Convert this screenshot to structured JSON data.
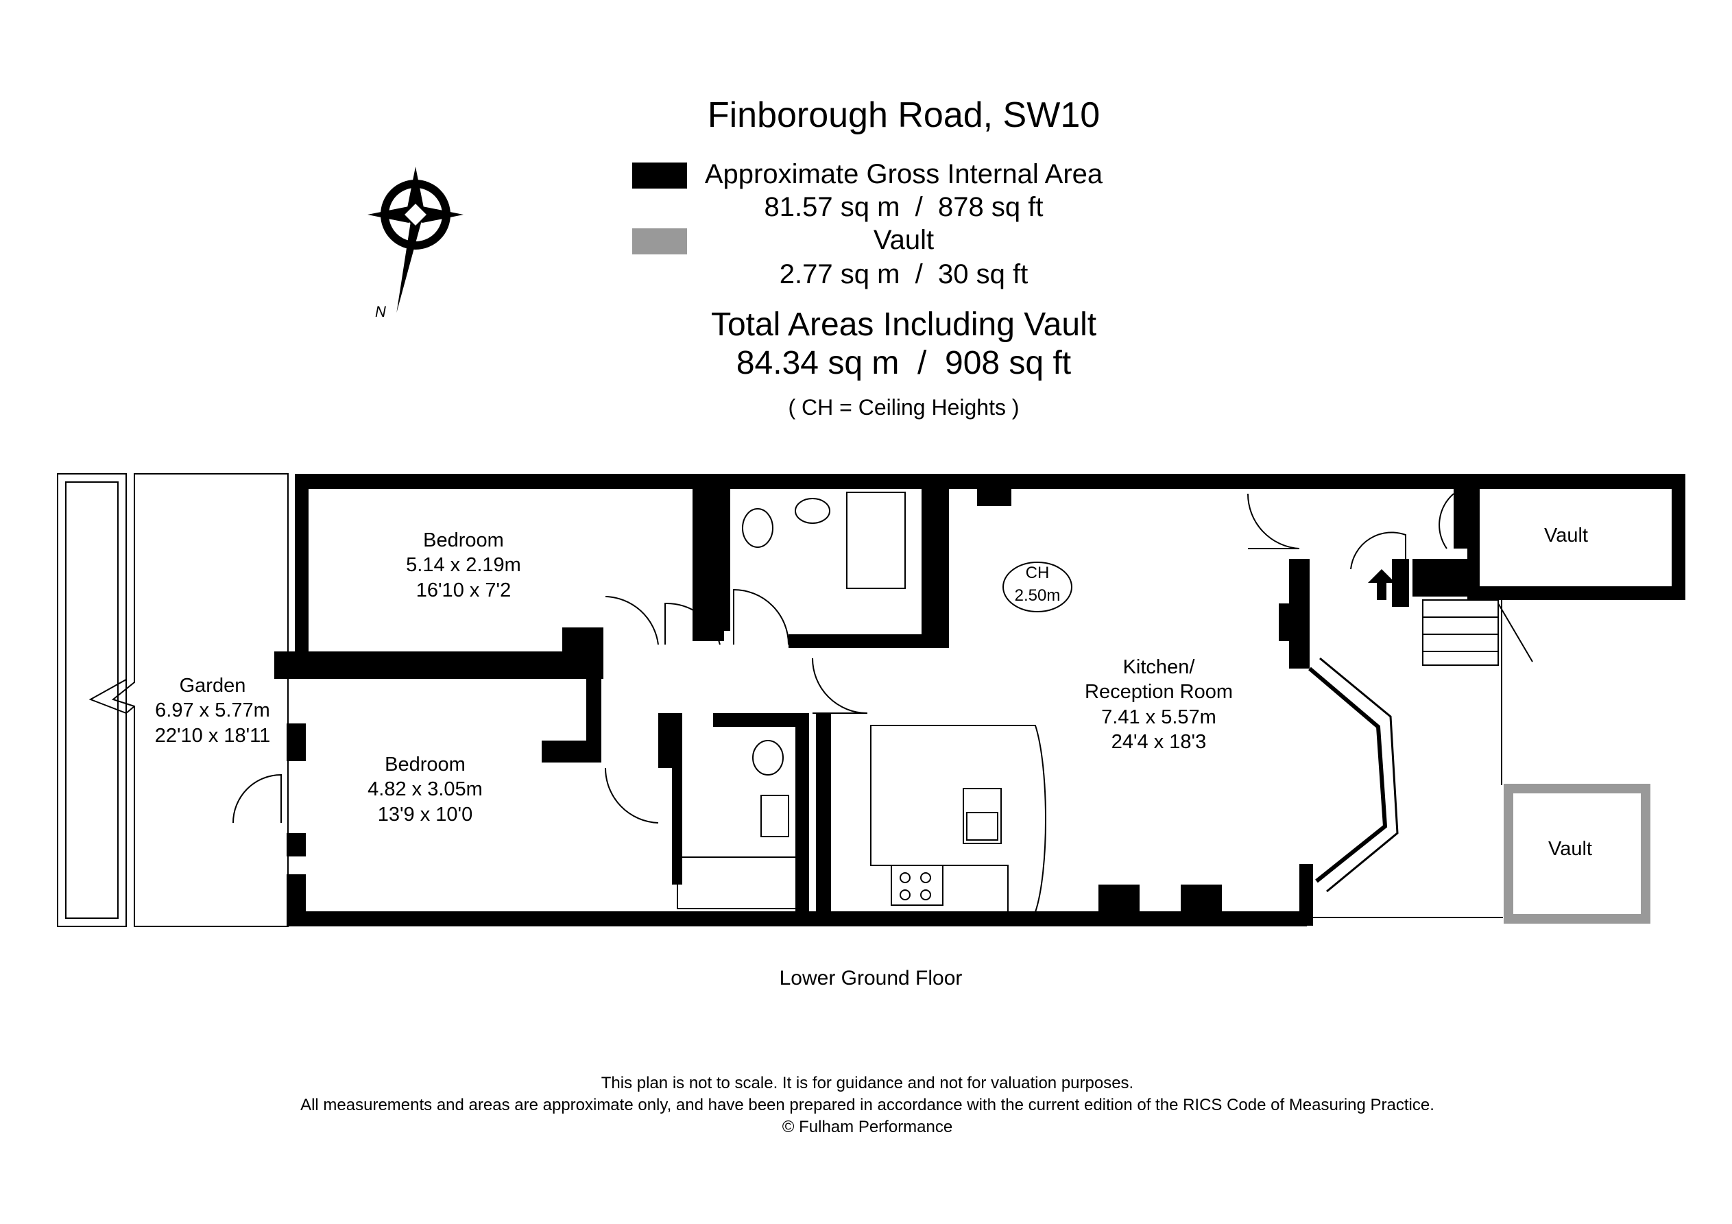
{
  "header": {
    "title": "Finborough Road, SW10",
    "legend": [
      {
        "label": "Approximate Gross Internal Area",
        "value": "81.57 sq m  /  878 sq ft",
        "color": "#000000"
      },
      {
        "label": "Vault",
        "value": "2.77 sq m  /  30 sq ft",
        "color": "#999999"
      }
    ],
    "total_label": "Total Areas Including Vault",
    "total_value": "84.34 sq m  /  908 sq ft",
    "ch_note": "( CH = Ceiling Heights )"
  },
  "compass": {
    "label": "N"
  },
  "rooms": [
    {
      "name": "Bedroom",
      "metric": "5.14 x 2.19m",
      "imperial": "16'10 x 7'2"
    },
    {
      "name": "Bedroom",
      "metric": "4.82 x 3.05m",
      "imperial": "13'9 x 10'0"
    },
    {
      "name": "Garden",
      "metric": "6.97 x 5.77m",
      "imperial": "22'10 x 18'11"
    },
    {
      "name": "Kitchen/\nReception Room",
      "metric": "7.41 x 5.57m",
      "imperial": "24'4 x 18'3"
    },
    {
      "name": "Vault",
      "metric": "",
      "imperial": ""
    },
    {
      "name": "Vault",
      "metric": "",
      "imperial": ""
    }
  ],
  "ceiling_height": {
    "label": "CH",
    "value": "2.50m"
  },
  "floor_name": "Lower Ground Floor",
  "disclaimer": [
    "This plan is not to scale. It is for guidance and not for valuation purposes.",
    "All measurements and areas are approximate only, and have been prepared in accordance with the current edition of the RICS Code of Measuring Practice.",
    "© Fulham Performance"
  ]
}
